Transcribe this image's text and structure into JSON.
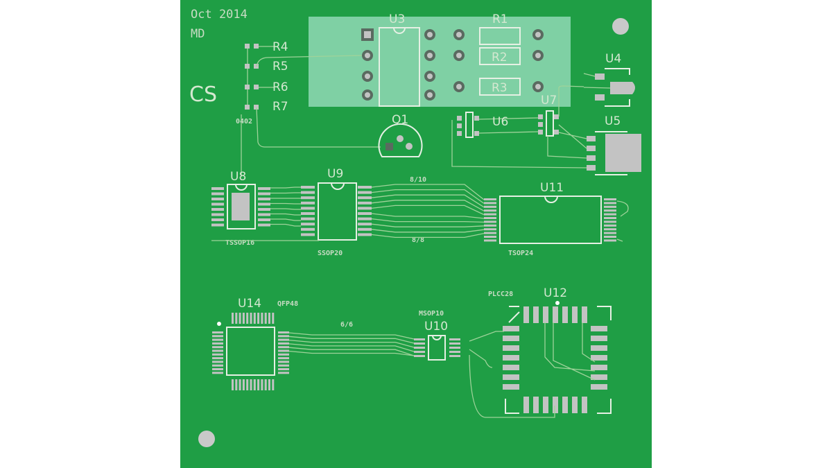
{
  "board": {
    "date": "Oct 2014",
    "initials": "MD",
    "logo": "CS",
    "colors": {
      "substrate": "#1f9e45",
      "silk": "#e6f0e4",
      "pad": "#c3c3c3",
      "trace": "#9fd39a",
      "panel": "#7fd0a4"
    }
  },
  "refs": {
    "U3": "U3",
    "R1": "R1",
    "R2": "R2",
    "R3": "R3",
    "R4": "R4",
    "R5": "R5",
    "R6": "R6",
    "R7": "R7",
    "Q1": "Q1",
    "U4": "U4",
    "U5": "U5",
    "U6": "U6",
    "U7": "U7",
    "U8": "U8",
    "U9": "U9",
    "U10": "U10",
    "U11": "U11",
    "U12": "U12",
    "U14": "U14"
  },
  "notes": {
    "pkg0402": "0402",
    "tssop16": "TSSOP16",
    "ssop20": "SSOP20",
    "tsop24": "TSOP24",
    "qfp48": "QFP48",
    "msop10": "MSOP10",
    "plcc28": "PLCC28",
    "rule1": "8/10",
    "rule2": "8/8",
    "rule3": "6/6"
  }
}
